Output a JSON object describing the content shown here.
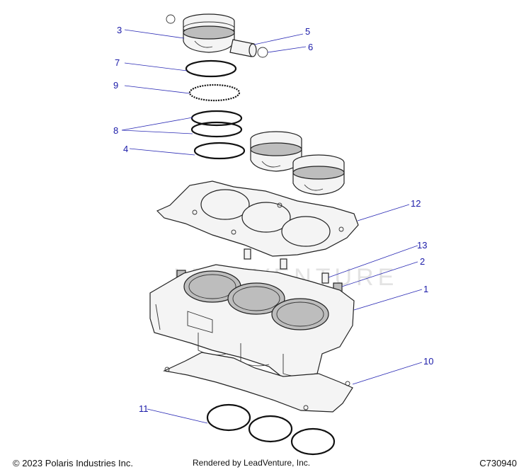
{
  "diagram_id": "C730940",
  "copyright": "© 2023 Polaris Industries Inc.",
  "rendered_by": "Rendered by LeadVenture, Inc.",
  "watermark": "LEADVENTURE",
  "callouts": {
    "c1": "1",
    "c2": "2",
    "c3": "3",
    "c4": "4",
    "c5": "5",
    "c6": "6",
    "c7": "7",
    "c8": "8",
    "c9": "9",
    "c10": "10",
    "c11": "11",
    "c12": "12",
    "c13": "13"
  },
  "colors": {
    "callout": "#1a1aa8",
    "leader": "#2b2bb5",
    "line": "#222222"
  }
}
